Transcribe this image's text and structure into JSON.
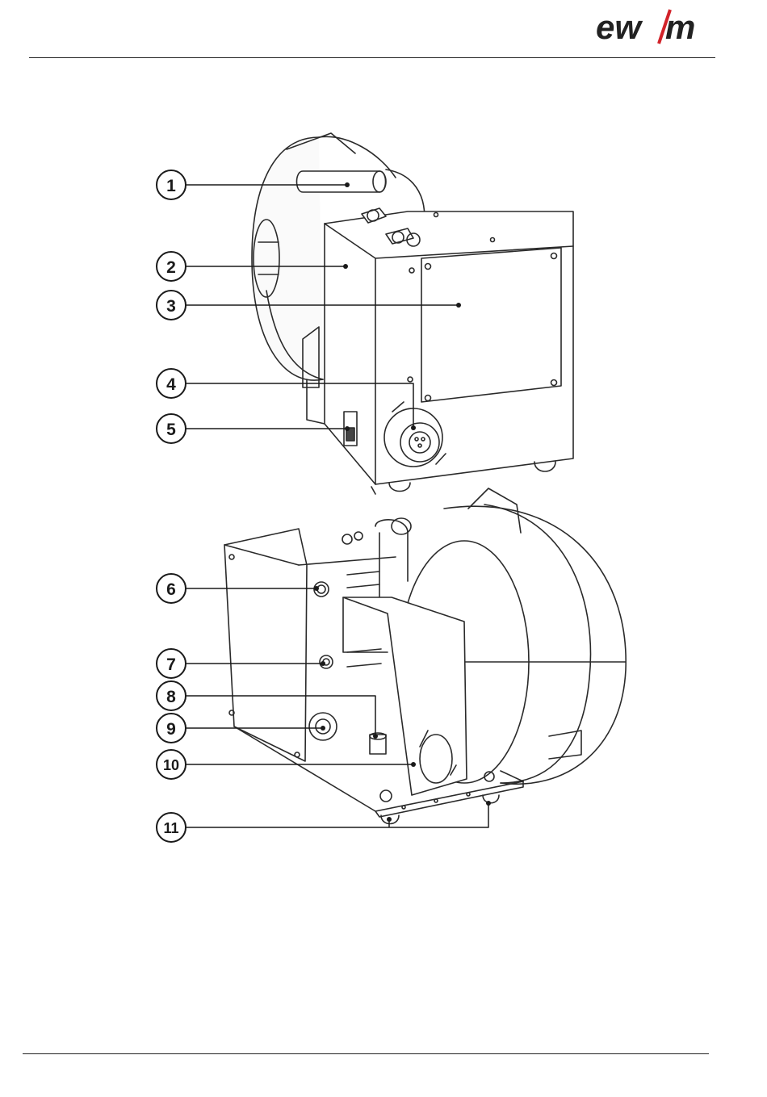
{
  "header": {
    "logo_text": "ewm",
    "logo_colors": {
      "text": "#222222",
      "slash": "#d2232a"
    }
  },
  "callouts": [
    {
      "number": "1"
    },
    {
      "number": "2"
    },
    {
      "number": "3"
    },
    {
      "number": "4"
    },
    {
      "number": "5"
    },
    {
      "number": "6"
    },
    {
      "number": "7"
    },
    {
      "number": "8"
    },
    {
      "number": "9"
    },
    {
      "number": "10"
    },
    {
      "number": "11"
    }
  ]
}
